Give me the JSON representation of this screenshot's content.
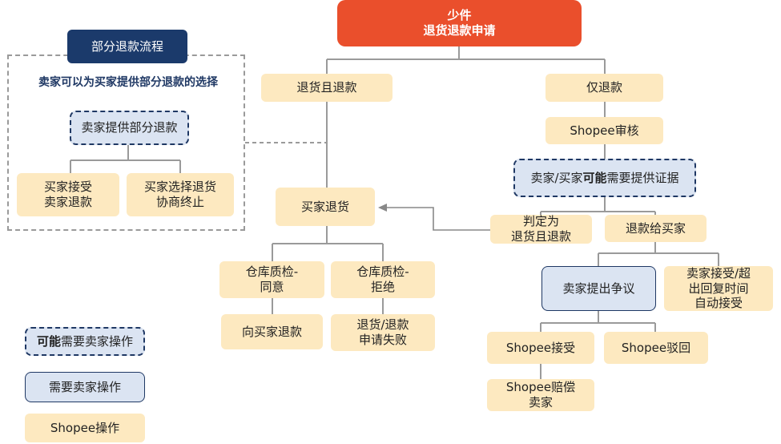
{
  "top": {
    "line1": "少件",
    "line2": "退货退款申请"
  },
  "partial": {
    "title": "部分退款流程",
    "subtitle": "卖家可以为买家提供部分退款的选择",
    "offer": "卖家提供部分退款",
    "accept": "买家接受\n卖家退款",
    "choose": "买家选择退货\n协商终止"
  },
  "left": {
    "return_refund": "退货且退款",
    "buyer_return": "买家退货",
    "wh_agree": "仓库质检-\n同意",
    "wh_reject": "仓库质检-\n拒绝",
    "refund_buyer": "向买家退款",
    "fail": "退货/退款\n申请失败"
  },
  "right": {
    "refund_only": "仅退款",
    "shopee_review": "Shopee审核",
    "evidence_pre": "卖家/买家",
    "evidence_bold": "可能",
    "evidence_post": "需要提供证据",
    "judge": "判定为\n退货且退款",
    "refund_to_buyer": "退款给买家",
    "dispute": "卖家提出争议",
    "auto_accept": "卖家接受/超\n出回复时间\n自动接受",
    "shopee_accept": "Shopee接受",
    "shopee_reject": "Shopee驳回",
    "shopee_comp": "Shopee赔偿\n卖家"
  },
  "legend": {
    "may_bold": "可能",
    "may_rest": "需要卖家操作",
    "need": "需要卖家操作",
    "shopee": "Shopee操作"
  }
}
